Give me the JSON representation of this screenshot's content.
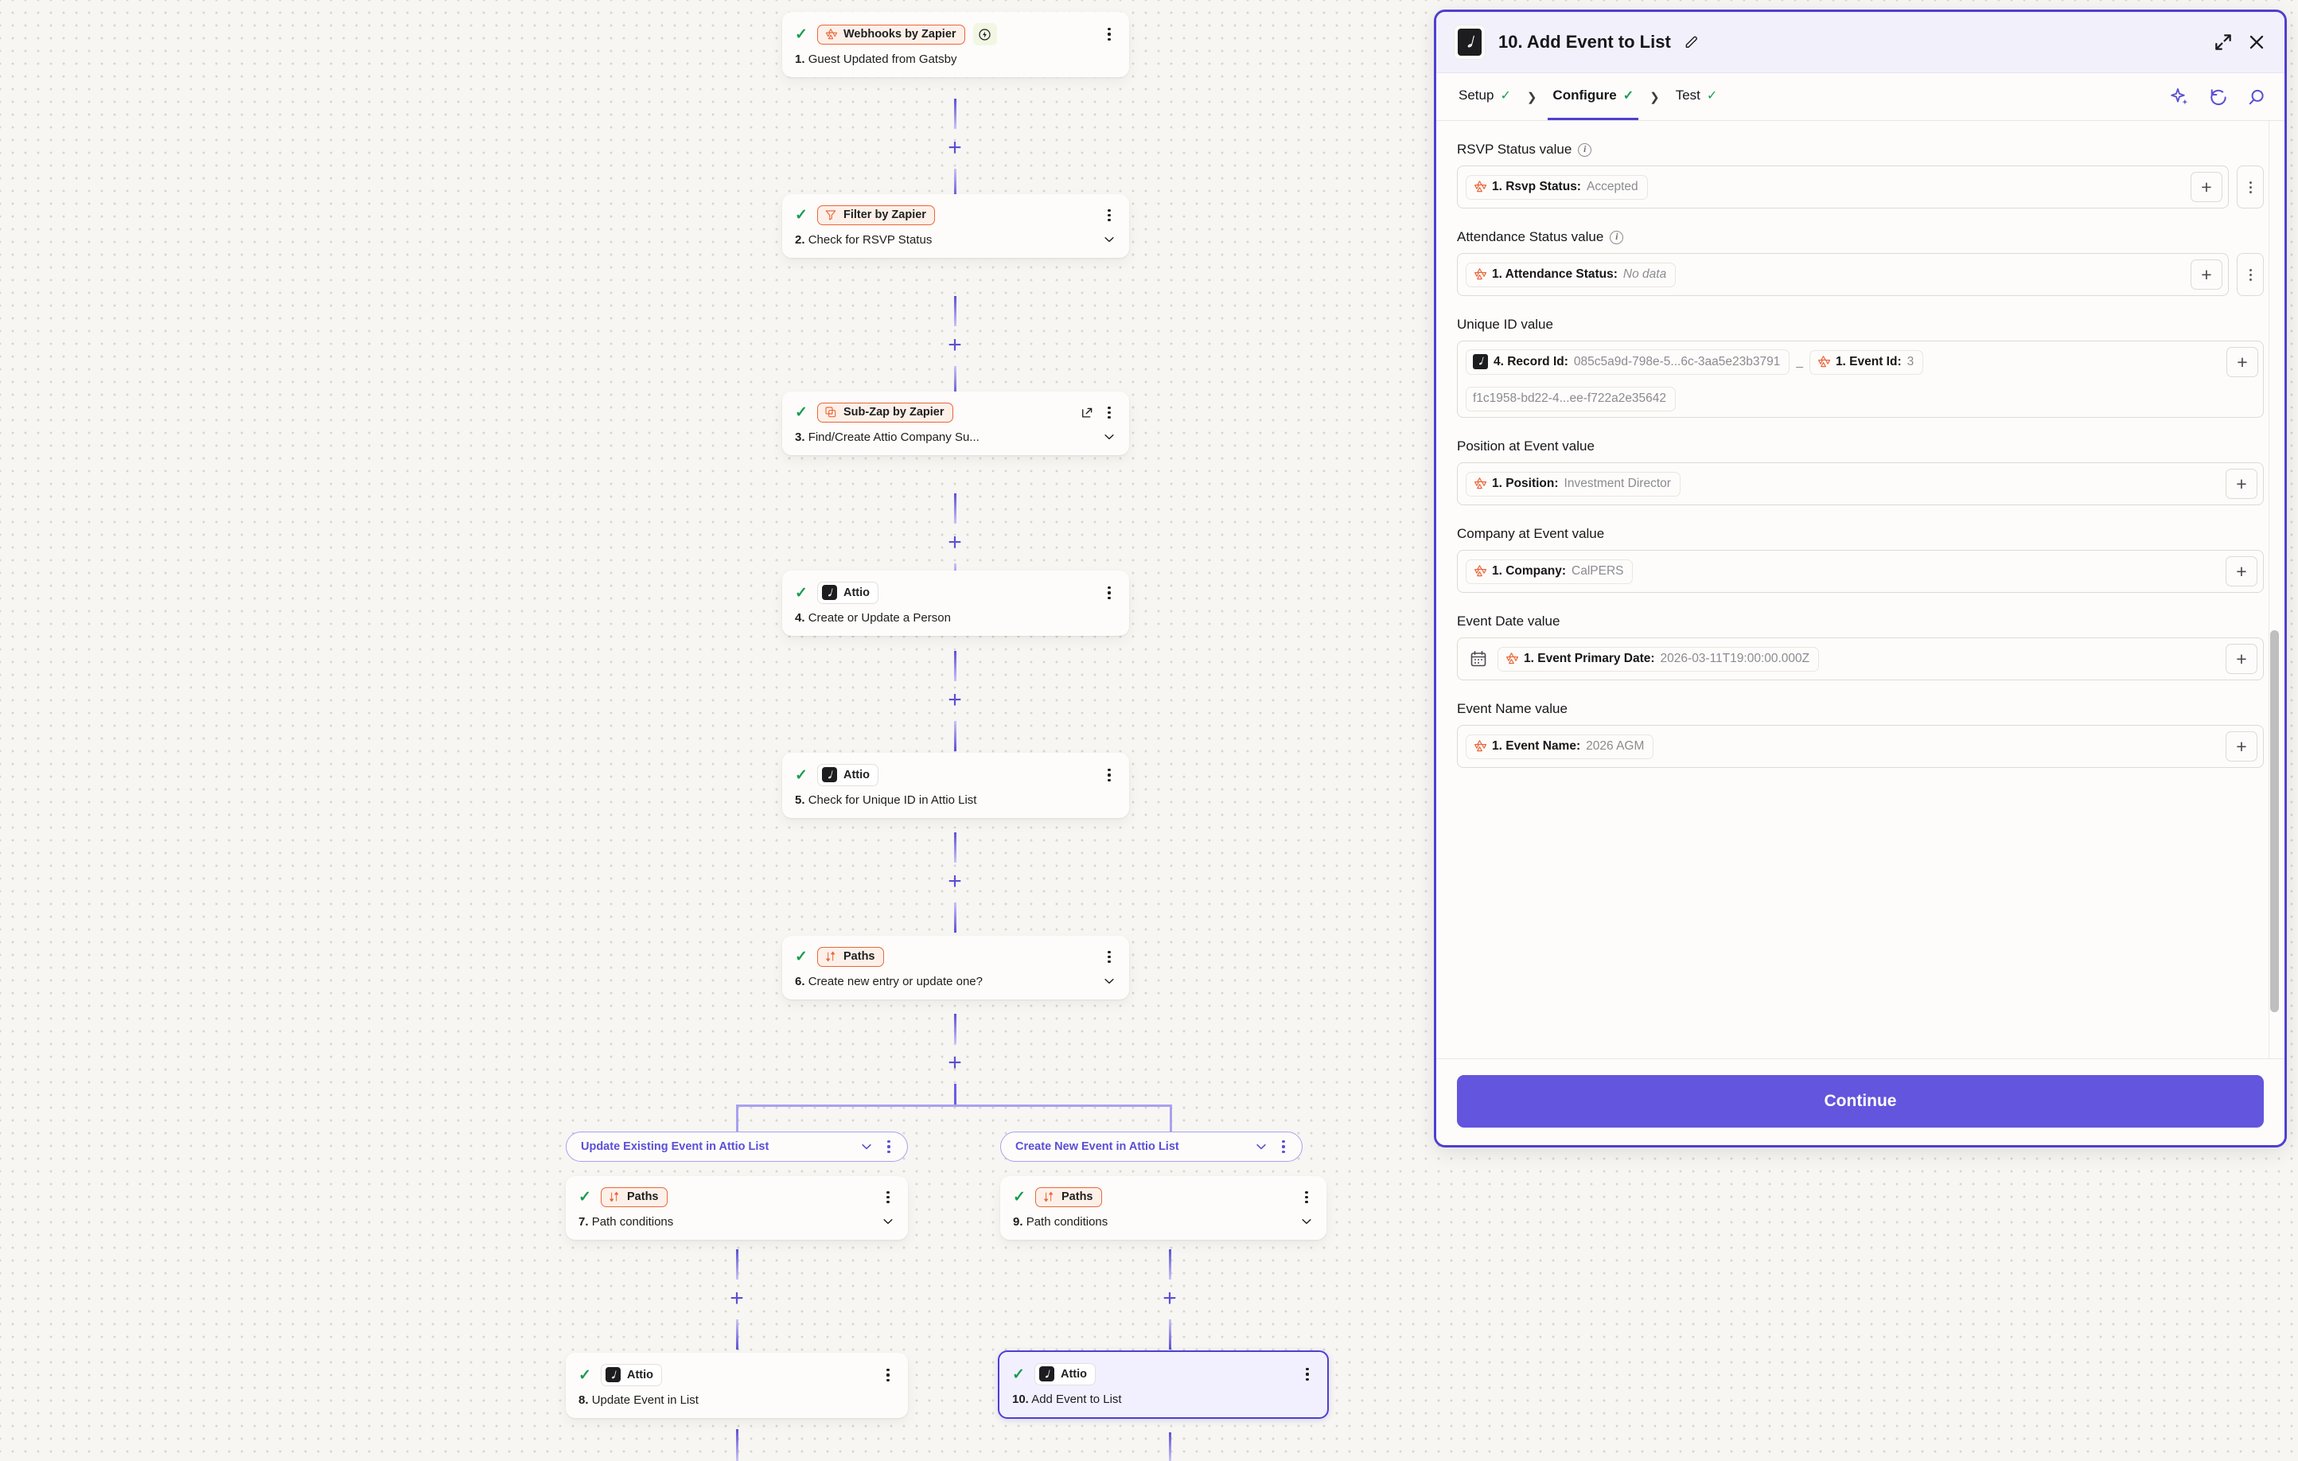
{
  "canvas": {
    "nodes": [
      {
        "id": "n1",
        "app": "Webhooks by Zapier",
        "icon": "zapier-icon",
        "title_num": "1.",
        "title": "Guest Updated from Gatsby",
        "has_bolt": true,
        "has_chevron": false,
        "has_external": false
      },
      {
        "id": "n2",
        "app": "Filter by Zapier",
        "icon": "filter-icon",
        "title_num": "2.",
        "title": "Check for RSVP Status",
        "has_bolt": false,
        "has_chevron": true,
        "has_external": false
      },
      {
        "id": "n3",
        "app": "Sub-Zap by Zapier",
        "icon": "subzap-icon",
        "title_num": "3.",
        "title": "Find/Create Attio Company Su...",
        "has_bolt": false,
        "has_chevron": true,
        "has_external": true
      },
      {
        "id": "n4",
        "app": "Attio",
        "icon": "attio-icon",
        "title_num": "4.",
        "title": "Create or Update a Person",
        "has_bolt": false,
        "has_chevron": false,
        "has_external": false
      },
      {
        "id": "n5",
        "app": "Attio",
        "icon": "attio-icon",
        "title_num": "5.",
        "title": "Check for Unique ID in Attio List",
        "has_bolt": false,
        "has_chevron": false,
        "has_external": false
      },
      {
        "id": "n6",
        "app": "Paths",
        "icon": "paths-icon",
        "title_num": "6.",
        "title": "Create new entry or update one?",
        "has_bolt": false,
        "has_chevron": true,
        "has_external": false
      }
    ],
    "branches": [
      {
        "label": "Update Existing Event in Attio List",
        "nodes": [
          {
            "id": "n7",
            "app": "Paths",
            "icon": "paths-icon",
            "title_num": "7.",
            "title": "Path conditions",
            "has_chevron": true
          },
          {
            "id": "n8",
            "app": "Attio",
            "icon": "attio-icon",
            "title_num": "8.",
            "title": "Update Event in List",
            "has_chevron": false
          }
        ]
      },
      {
        "label": "Create New Event in Attio List",
        "nodes": [
          {
            "id": "n9",
            "app": "Paths",
            "icon": "paths-icon",
            "title_num": "9.",
            "title": "Path conditions",
            "has_chevron": true
          },
          {
            "id": "n10",
            "app": "Attio",
            "icon": "attio-icon",
            "title_num": "10.",
            "title": "Add Event to List",
            "has_chevron": false,
            "selected": true
          }
        ]
      }
    ]
  },
  "panel": {
    "header": {
      "logo": "attio-logo-icon",
      "title": "10. Add Event to List",
      "edit_icon": "pencil-icon",
      "expand_icon": "expand-icon",
      "close_icon": "close-icon"
    },
    "tabs": [
      {
        "label": "Setup",
        "done": true,
        "active": false
      },
      {
        "label": "Configure",
        "done": true,
        "active": true
      },
      {
        "label": "Test",
        "done": true,
        "active": false
      }
    ],
    "tab_icons": [
      "sparkle-icon",
      "undo-icon",
      "search-icon"
    ],
    "fields": [
      {
        "label": "RSVP Status value",
        "has_info": true,
        "tokens": [
          {
            "icon": "zapier-icon",
            "name": "1. Rsvp Status:",
            "value": "Accepted",
            "italic": false
          }
        ],
        "has_plus": true,
        "has_options": true
      },
      {
        "label": "Attendance Status value",
        "has_info": true,
        "tokens": [
          {
            "icon": "zapier-icon",
            "name": "1. Attendance Status:",
            "value": "No data",
            "italic": true
          }
        ],
        "has_plus": true,
        "has_options": true
      },
      {
        "label": "Unique ID value",
        "has_info": false,
        "tokens": [
          {
            "icon": "attio-icon",
            "name": "4. Record Id:",
            "value": "085c5a9d-798e-5...6c-3aa5e23b3791",
            "italic": false
          },
          {
            "separator": "_"
          },
          {
            "icon": "zapier-icon",
            "name": "1. Event Id:",
            "value": "3",
            "italic": false
          },
          {
            "icon": "none",
            "name": "",
            "value": "f1c1958-bd22-4...ee-f722a2e35642",
            "italic": false
          }
        ],
        "has_plus": true,
        "has_options": false,
        "wrap": true
      },
      {
        "label": "Position at Event value",
        "has_info": false,
        "tokens": [
          {
            "icon": "zapier-icon",
            "name": "1. Position:",
            "value": "Investment Director",
            "italic": false
          }
        ],
        "has_plus": true,
        "has_options": false
      },
      {
        "label": "Company at Event value",
        "has_info": false,
        "tokens": [
          {
            "icon": "zapier-icon",
            "name": "1. Company:",
            "value": "CalPERS",
            "italic": false
          }
        ],
        "has_plus": true,
        "has_options": false
      },
      {
        "label": "Event Date value",
        "has_info": false,
        "leading_icon": "calendar-icon",
        "tokens": [
          {
            "icon": "zapier-icon",
            "name": "1. Event Primary Date:",
            "value": "2026-03-11T19:00:00.000Z",
            "italic": false
          }
        ],
        "has_plus": true,
        "has_options": false
      },
      {
        "label": "Event Name value",
        "has_info": false,
        "tokens": [
          {
            "icon": "zapier-icon",
            "name": "1. Event Name:",
            "value": "2026 AGM",
            "italic": false
          }
        ],
        "has_plus": true,
        "has_options": false
      }
    ],
    "footer": {
      "continue_label": "Continue"
    }
  },
  "colors": {
    "accent": "#4f3fd0",
    "button": "#6355dd",
    "zapier_orange": "#e9663a",
    "check_green": "#1a9c52",
    "canvas_bg": "#f7f6f3"
  }
}
